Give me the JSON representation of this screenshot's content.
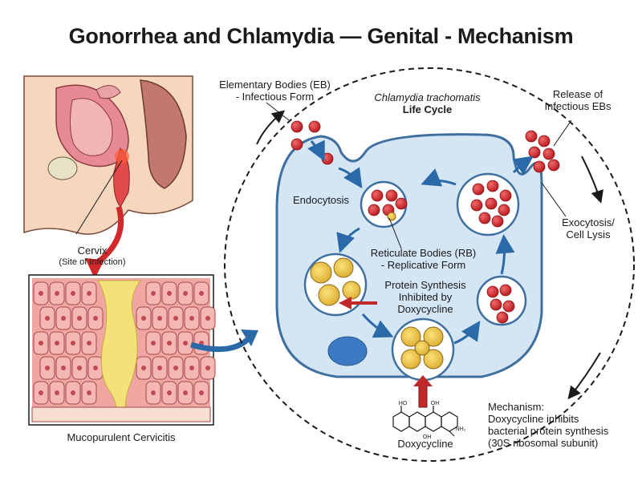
{
  "title": "Gonorrhea and Chlamydia — Genital - Mechanism",
  "labels": {
    "cervix": "Cervix",
    "cervix_sub": "(Site of Infection)",
    "cervicitis": "Mucopurulent Cervicitis",
    "eb_line1": "Elementary Bodies (EB)",
    "eb_line2": "- Infectious Form",
    "lifecycle_species": "Chlamydia trachomatis",
    "lifecycle_title": "Life Cycle",
    "release_line1": "Release of",
    "release_line2": "Infectious EBs",
    "endocytosis": "Endocytosis",
    "rb_line1": "Reticulate Bodies (RB)",
    "rb_line2": "- Replicative Form",
    "exo_line1": "Exocytosis/",
    "exo_line2": "Cell Lysis",
    "ps_line1": "Protein Synthesis",
    "ps_line2": "Inhibited by",
    "ps_line3": "Doxycycline",
    "doxycycline": "Doxycycline",
    "mech_line1": "Mechanism:",
    "mech_line2": "Doxycycline inhibits",
    "mech_line3": "bacterial protein synthesis",
    "mech_line4": "(30S ribosomal subunit)",
    "mol_oh1": "HO",
    "mol_oh2": "OH",
    "mol_oh3": "OH",
    "mol_nh2": "NH₂"
  },
  "colors": {
    "cell_fill": "#d4e5f4",
    "cell_stroke": "#3f6f9e",
    "eb_red": "#d1282c",
    "rb_yellow": "#e8c23a",
    "arrow_blue": "#2b6aa8",
    "inhibit_red": "#c0282a",
    "tissue_pink": "#f0a7a3",
    "pus_yellow": "#f3e27a"
  }
}
